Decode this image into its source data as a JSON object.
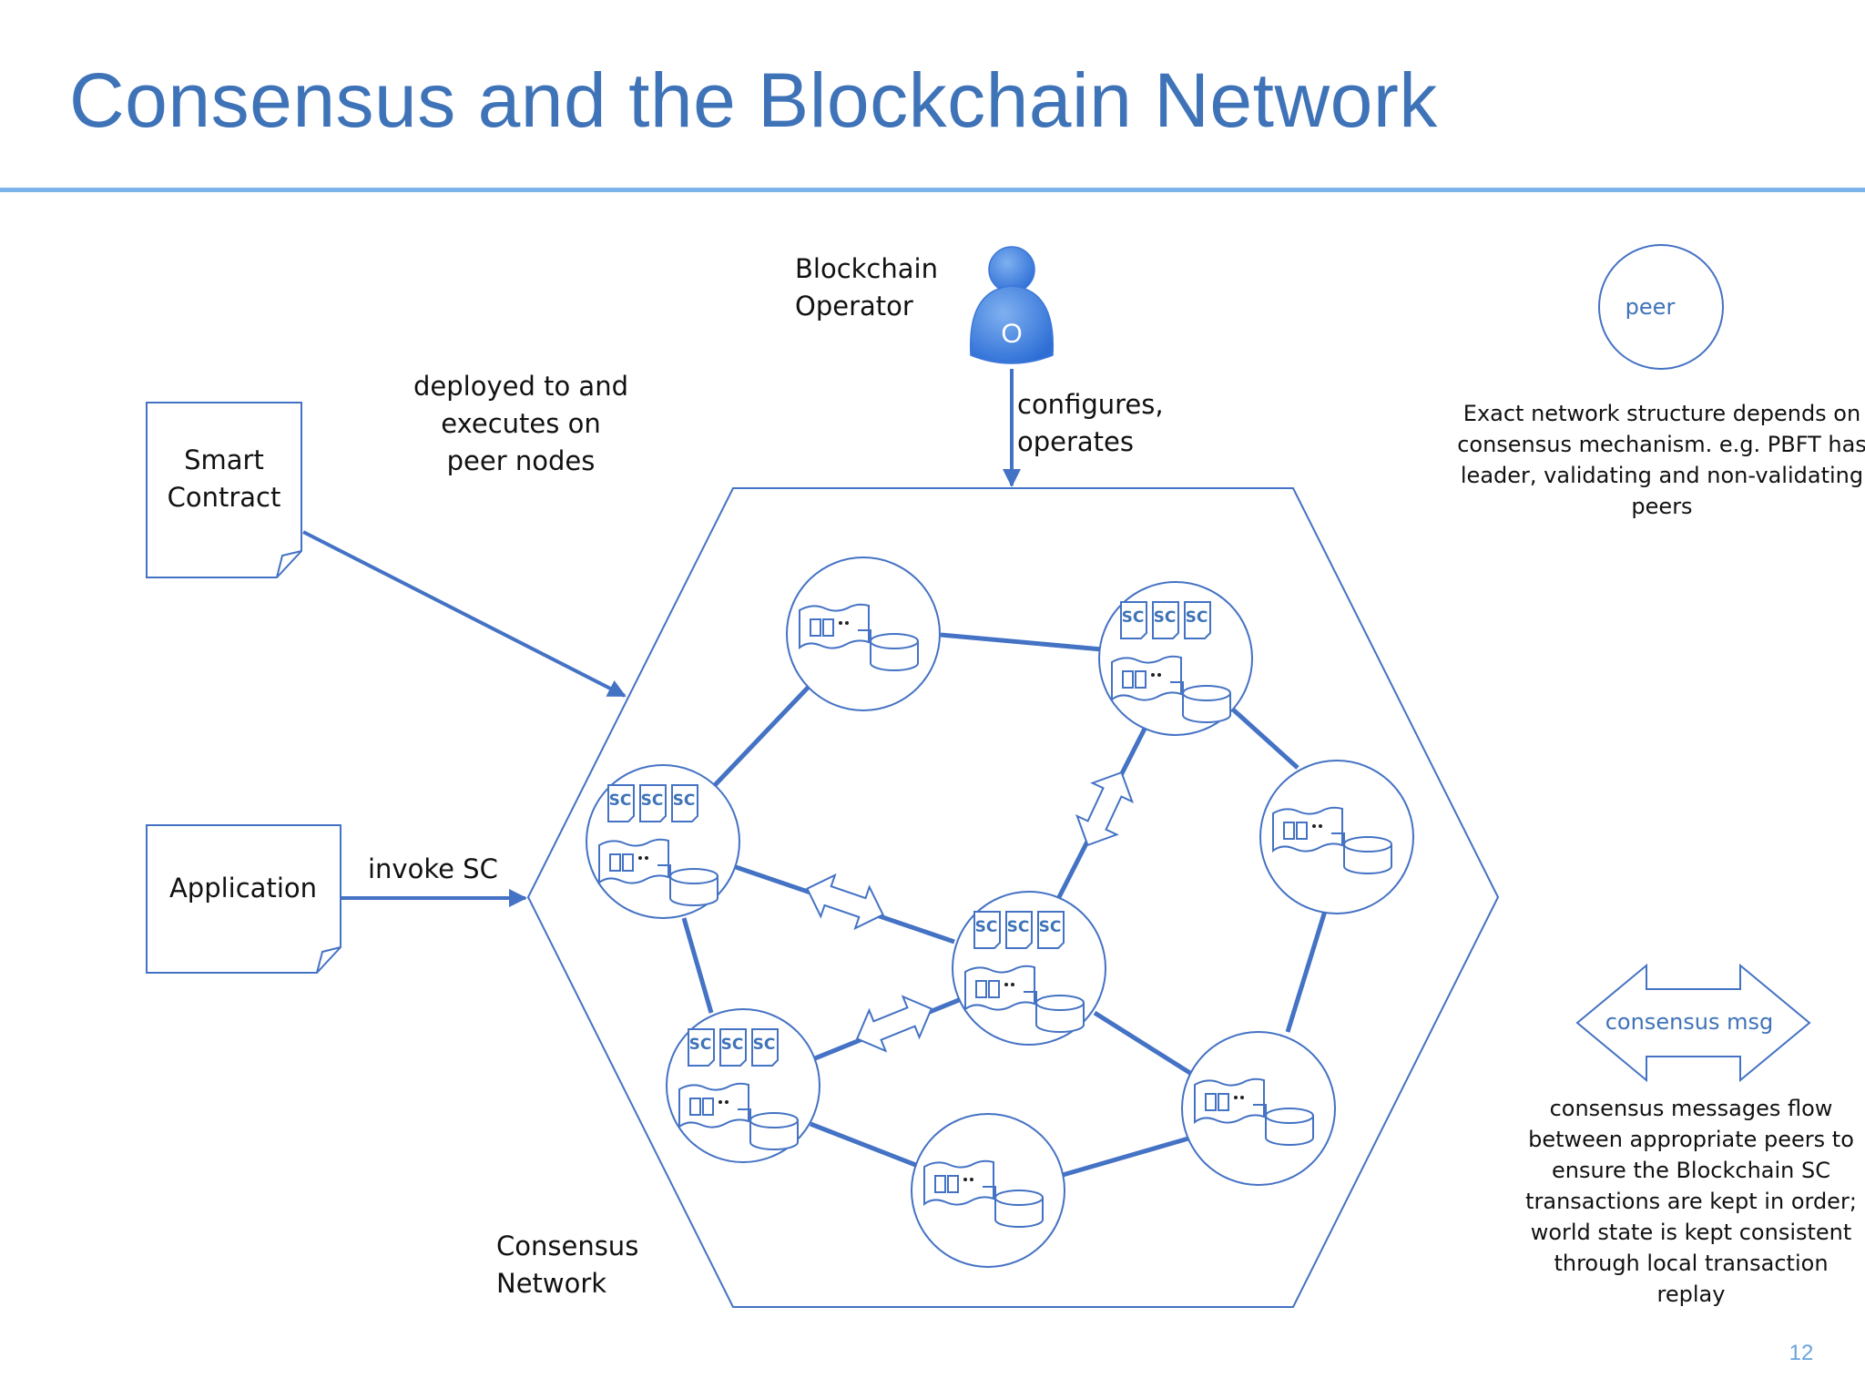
{
  "title": "Consensus and the Blockchain Network",
  "page_number": "12",
  "operator": {
    "label_line1": "Blockchain",
    "label_line2": "Operator",
    "badge": "O"
  },
  "configures": {
    "line1": "configures,",
    "line2": "operates"
  },
  "smart_contract": {
    "line1": "Smart",
    "line2": "Contract"
  },
  "deployed": {
    "line1": "deployed to and",
    "line2": "executes on",
    "line3": "peer nodes"
  },
  "application": {
    "label": "Application"
  },
  "invoke": {
    "label": "invoke SC"
  },
  "consensus_network": {
    "line1": "Consensus",
    "line2": "Network"
  },
  "legend": {
    "peer": "peer",
    "structure_note": [
      "Exact network structure depends on",
      "consensus mechanism. e.g. PBFT has",
      "leader, validating and non-validating",
      "peers"
    ],
    "consensus_msg": "consensus msg",
    "consensus_note": [
      "consensus messages flow",
      "between appropriate peers to",
      "ensure the Blockchain SC",
      "transactions are kept in order;",
      "world state is kept consistent",
      "through local transaction",
      "replay"
    ]
  },
  "sc_label": "SC",
  "colors": {
    "accent": "#3f73b8",
    "rule": "#7cb4ea",
    "line": "#4472c4"
  }
}
